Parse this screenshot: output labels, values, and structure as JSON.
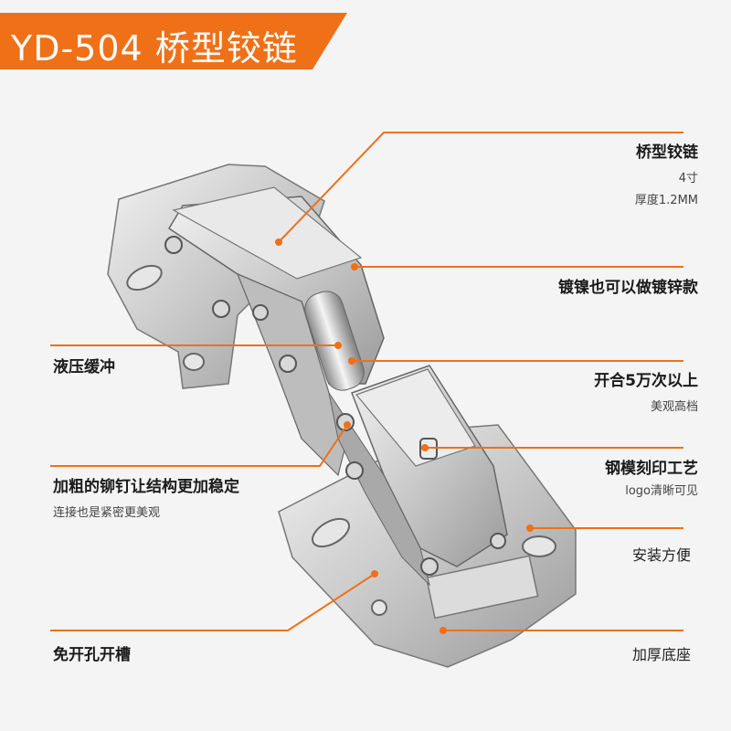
{
  "title": "YD-504 桥型铰链",
  "colors": {
    "accent": "#f07018",
    "background": "#f4f4f4",
    "text": "#1a1a1a"
  },
  "labels": {
    "hinge_type": "桥型铰链",
    "size": "4寸",
    "thickness": "厚度1.2MM",
    "plating": "镀镍也可以做镀锌款",
    "hydraulic": "液压缓冲",
    "cycles": "开合5万次以上",
    "cycles_sub": "美观高档",
    "rivet": "加粗的铆钉让结构更加稳定",
    "rivet_sub": "连接也是紧密更美观",
    "stamp": "钢模刻印工艺",
    "stamp_sub": "logo清晰可见",
    "install": "安装方便",
    "no_drill": "免开孔开槽",
    "base": "加厚底座"
  }
}
